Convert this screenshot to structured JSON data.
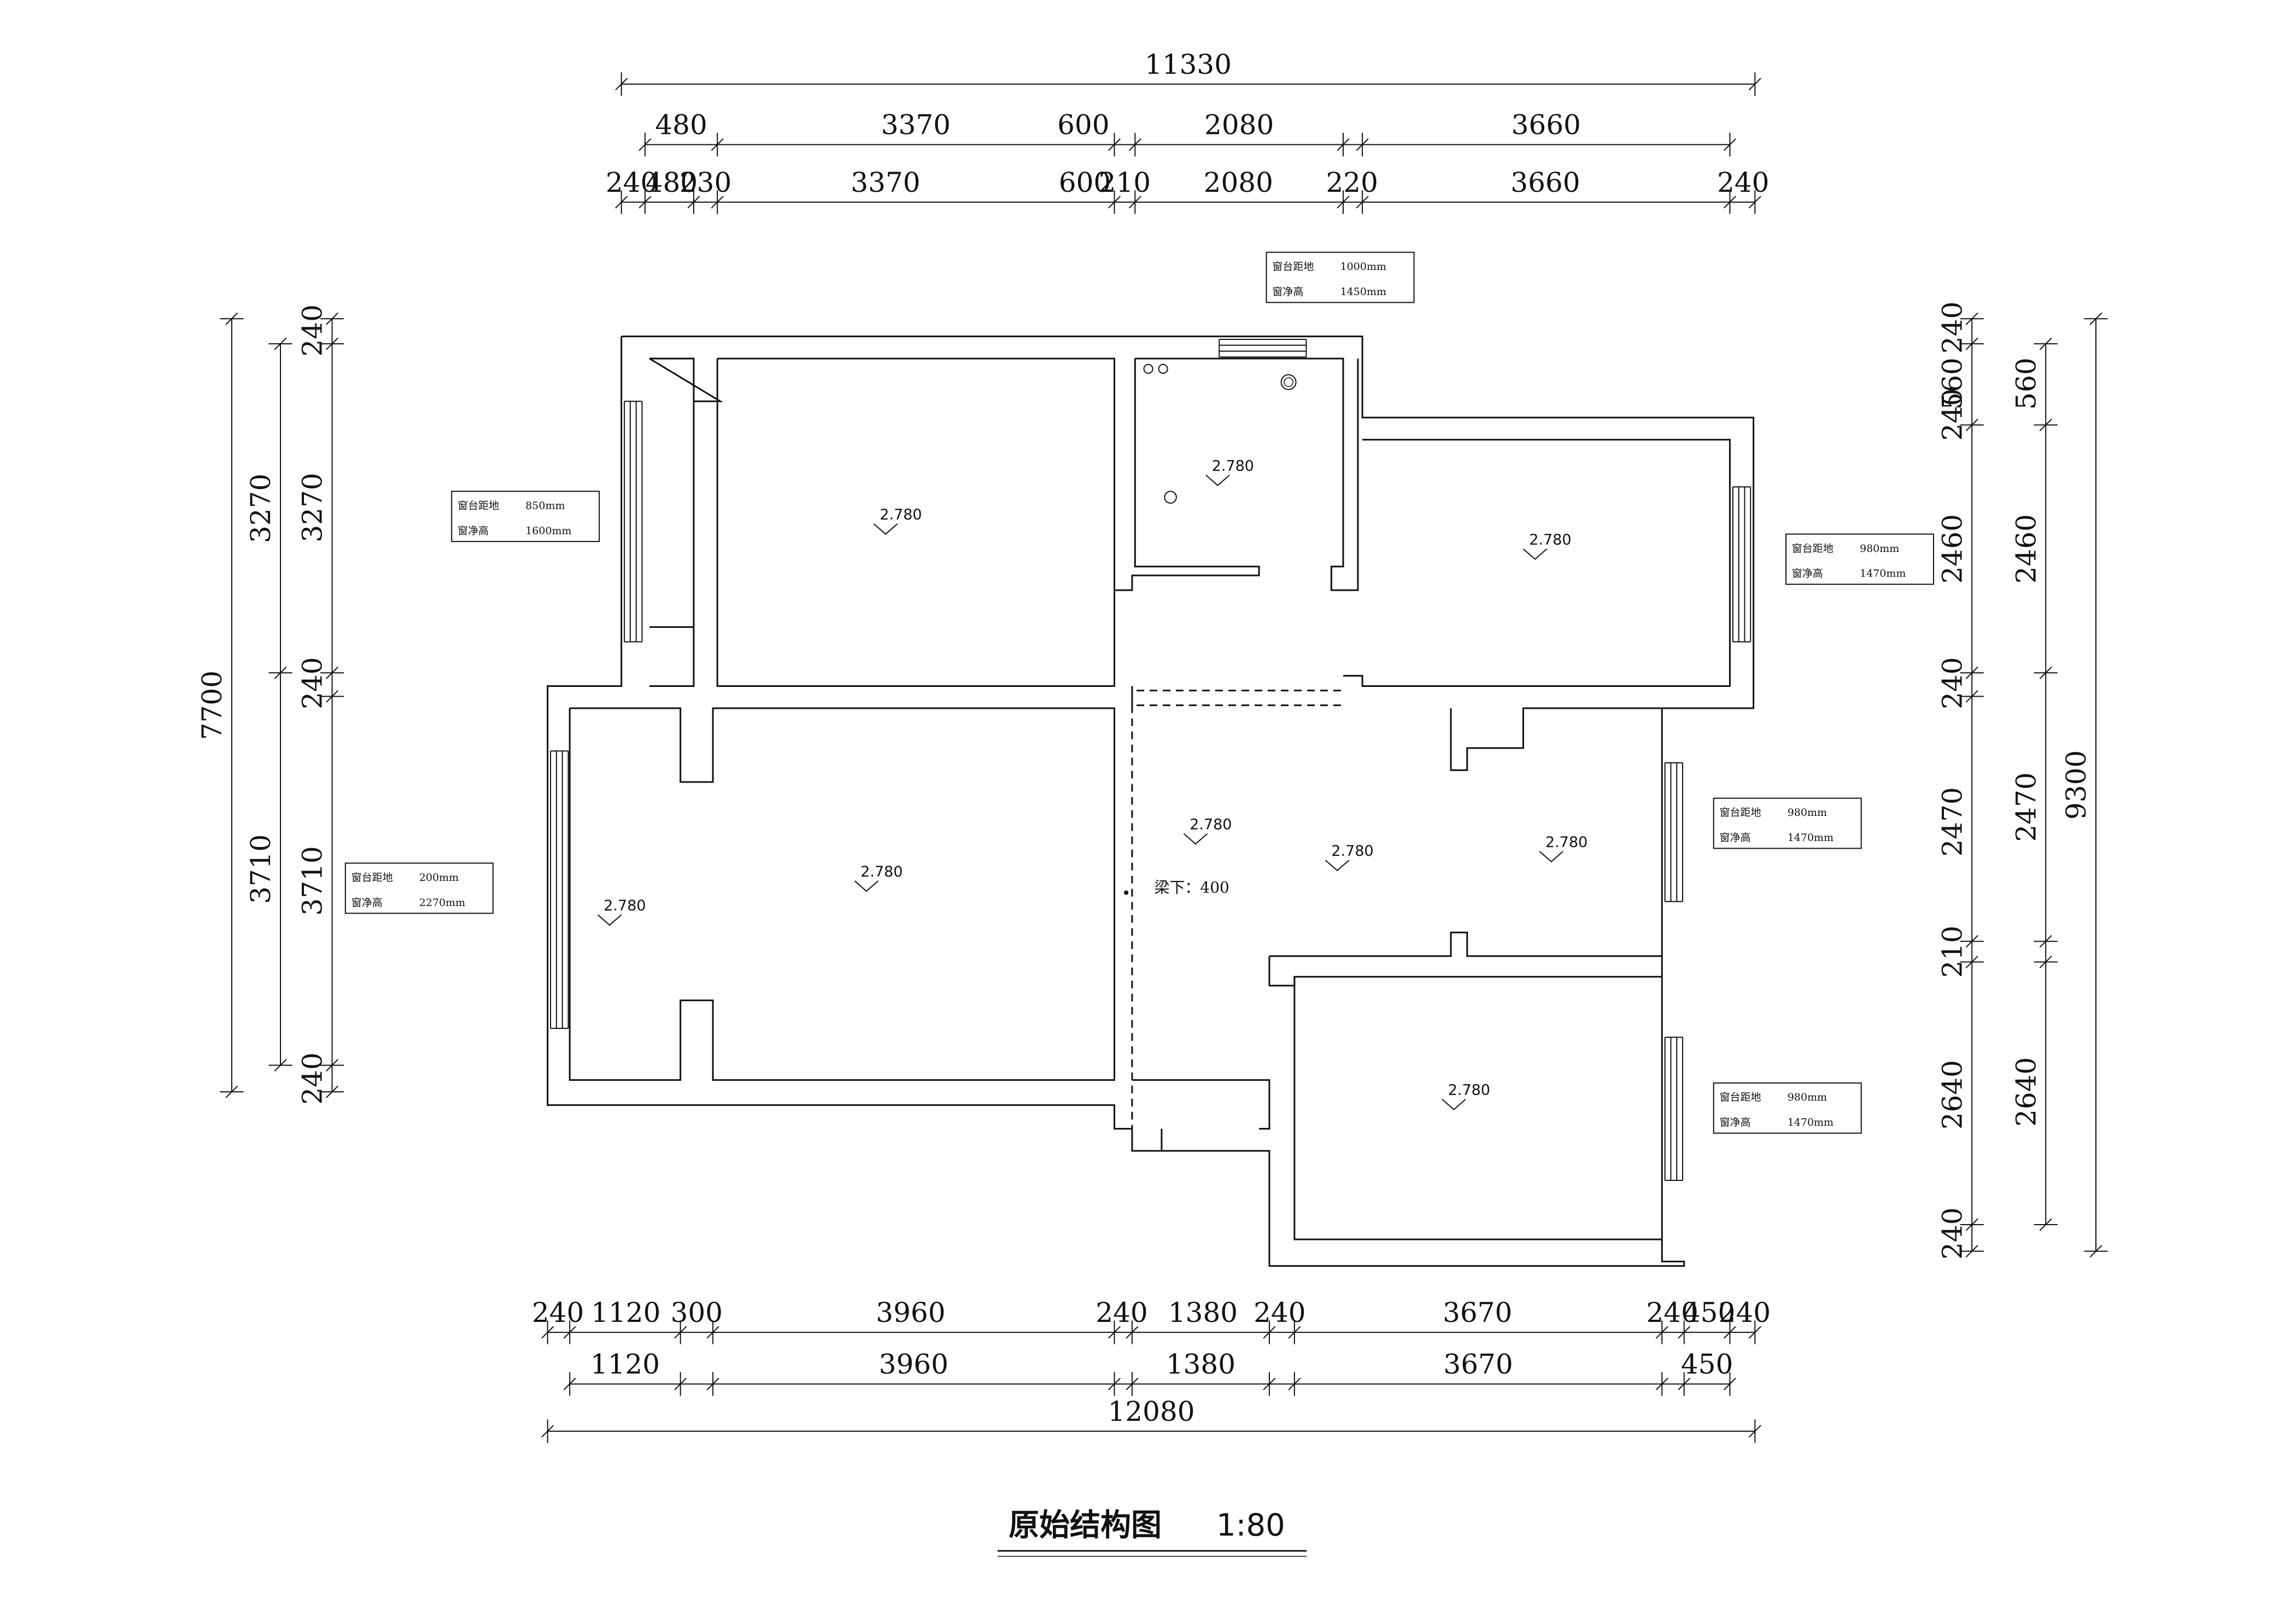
{
  "title": "原始结构图",
  "scale": "1:80",
  "top_dimensions": {
    "overall": "11330",
    "row1": [
      "480",
      "3370",
      "600",
      "2080",
      "3660"
    ],
    "row2": [
      "240",
      "480",
      "230",
      "3370",
      "600",
      "210",
      "2080",
      "220",
      "3660",
      "240"
    ]
  },
  "bottom_dimensions": {
    "row1": [
      "240",
      "1120",
      "300",
      "3960",
      "240",
      "1380",
      "240",
      "3670",
      "240",
      "450",
      "240"
    ],
    "row2": [
      "1120",
      "3960",
      "1380",
      "3670",
      "450"
    ],
    "overall": "12080"
  },
  "left_dimensions": {
    "overall": "7700",
    "outer": [
      "3270",
      "3710"
    ],
    "inner": [
      "240",
      "3270",
      "240",
      "3710",
      "240"
    ]
  },
  "right_dimensions": {
    "overall": "9300",
    "outer": [
      "560",
      "2460",
      "2470",
      "2640"
    ],
    "inner": [
      "240",
      "560",
      "240",
      "2460",
      "240",
      "2470",
      "210",
      "2640",
      "240"
    ]
  },
  "window_notes": {
    "sill_label": "窗台距地",
    "height_label": "窗净高",
    "top": {
      "sill": "1000mm",
      "height": "1450mm"
    },
    "left_upper": {
      "sill": "850mm",
      "height": "1600mm"
    },
    "right_upper": {
      "sill": "980mm",
      "height": "1470mm"
    },
    "left_lower": {
      "sill": "200mm",
      "height": "2270mm"
    },
    "right_middle": {
      "sill": "980mm",
      "height": "1470mm"
    },
    "right_lower": {
      "sill": "980mm",
      "height": "1470mm"
    }
  },
  "level_marks": [
    "2.780",
    "2.780",
    "2.780",
    "2.780",
    "2.780",
    "2.780",
    "2.780",
    "2.780",
    "2.780"
  ],
  "beam_note": "梁下：400"
}
